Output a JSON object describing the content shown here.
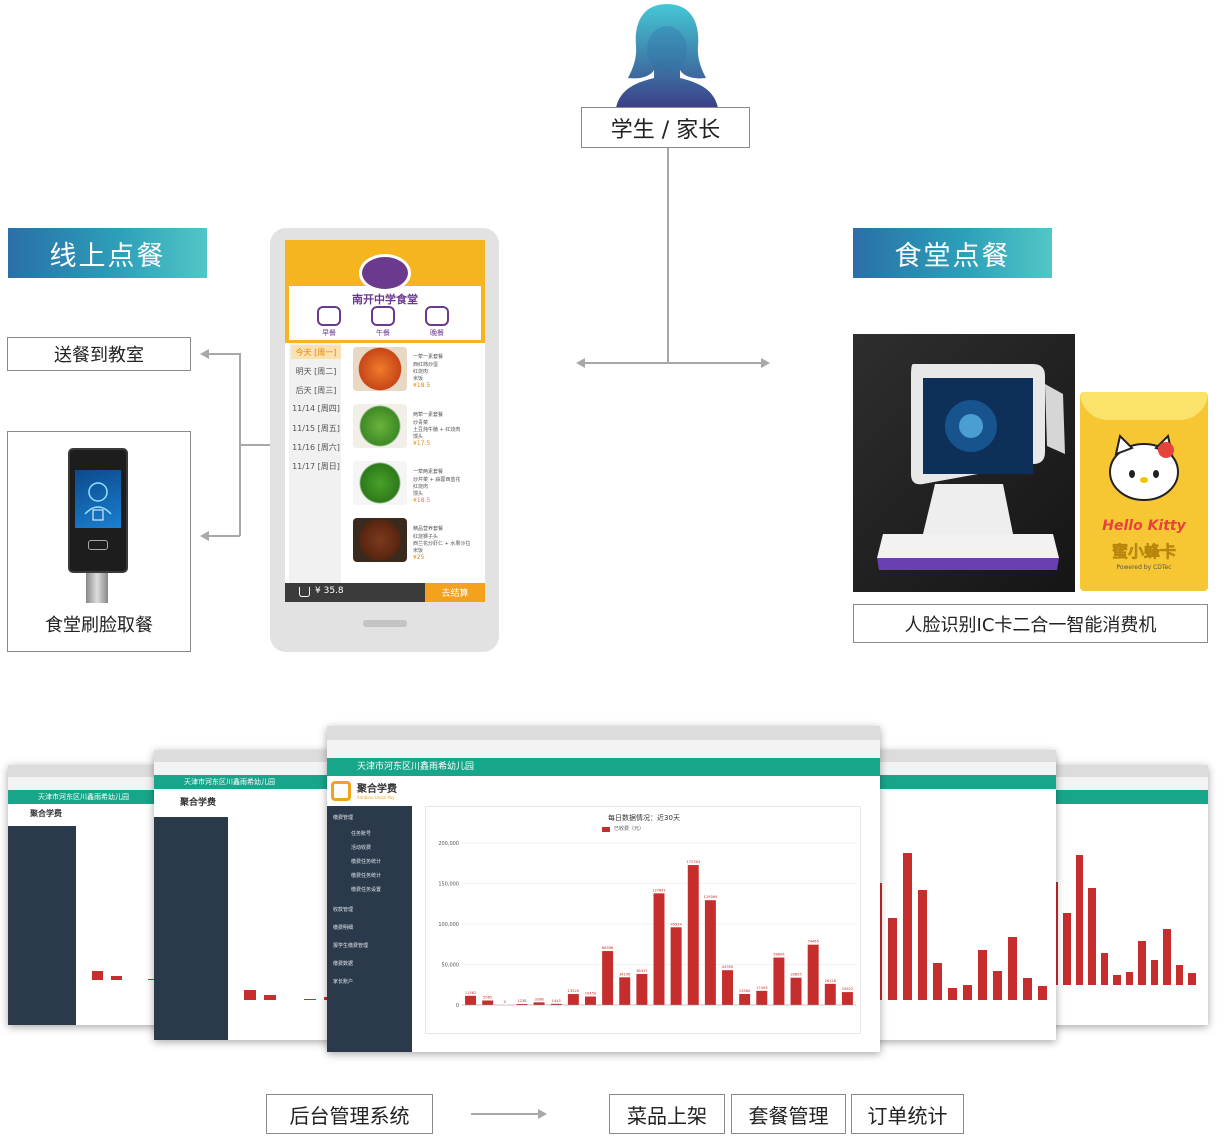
{
  "user": {
    "label": "学生 / 家长"
  },
  "left": {
    "banner": "线上点餐",
    "deliver": "送餐到教室",
    "face_pickup": "食堂刷脸取餐"
  },
  "right": {
    "banner": "食堂点餐",
    "machine_label": "人脸识别IC卡二合一智能消费机",
    "card_brand": "Hello Kitty",
    "card_name": "蜜小蜂卡",
    "card_powered": "Powered by CDTec"
  },
  "phone": {
    "school": "南开中学食堂",
    "meals": [
      "早餐",
      "午餐",
      "晚餐"
    ],
    "days": [
      "今天 [周一]",
      "明天 [周二]",
      "后天 [周三]",
      "11/14 [周四]",
      "11/15 [周五]",
      "11/16 [周六]",
      "11/17 [周日]"
    ],
    "dishes": [
      {
        "name": "一荤一素套餐",
        "items": [
          "西红柿炒蛋",
          "红烧肉",
          "米饭"
        ],
        "price": "¥18.5"
      },
      {
        "name": "两荤一素套餐",
        "items": [
          "炒青菜",
          "土豆炖牛腩 + 红烧肉",
          "馒头"
        ],
        "price": "¥17.5"
      },
      {
        "name": "一荤两素套餐",
        "items": [
          "炒芹菜 + 蒜蓉西蓝花",
          "红烧肉",
          "馒头"
        ],
        "price": "¥18.5"
      },
      {
        "name": "精品营养套餐",
        "items": [
          "红烧狮子头",
          "西兰花炒虾仁 + 水果沙拉",
          "米饭"
        ],
        "price": "¥25"
      }
    ],
    "total": "¥ 35.8",
    "checkout": "去结算"
  },
  "admin": {
    "title": "天津市河东区川鑫雨希幼儿园",
    "brand": "聚合学费",
    "brand_en": "Aimbers Union Pay",
    "chart_title": "每日数据情况：近30天",
    "legend": "已收费（元）",
    "menu": [
      "缴费管理",
      "任务账号",
      "活动收费",
      "缴费任务统计",
      "缴费任务统计",
      "缴费任务设置",
      "收款管理",
      "缴费明细",
      "报学生缴费管理",
      "缴费数据",
      "家长账户"
    ]
  },
  "chart_data": {
    "type": "bar",
    "title": "每日数据情况：近30天",
    "legend": [
      "已收费（元）"
    ],
    "yticks": [
      "0",
      "50,000",
      "100,000",
      "150,000",
      "200,000"
    ],
    "ylim": [
      0,
      200000
    ],
    "labels": [
      "11362",
      "5565",
      "0",
      "1238",
      "3268",
      "1445",
      "13520",
      "10450",
      "66596",
      "34196",
      "38317",
      "137841",
      "95929",
      "172763",
      "129369",
      "42950",
      "13580",
      "17493",
      "58604",
      "33695",
      "74465",
      "26128",
      "15922"
    ],
    "values": [
      11362,
      5565,
      0,
      1238,
      3268,
      1445,
      13520,
      10450,
      66596,
      34196,
      38317,
      137841,
      95929,
      172763,
      129369,
      42950,
      13580,
      17493,
      58604,
      33695,
      74465,
      26128,
      15922
    ]
  },
  "bottom": {
    "system": "后台管理系统",
    "features": [
      "菜品上架",
      "套餐管理",
      "订单统计"
    ]
  }
}
